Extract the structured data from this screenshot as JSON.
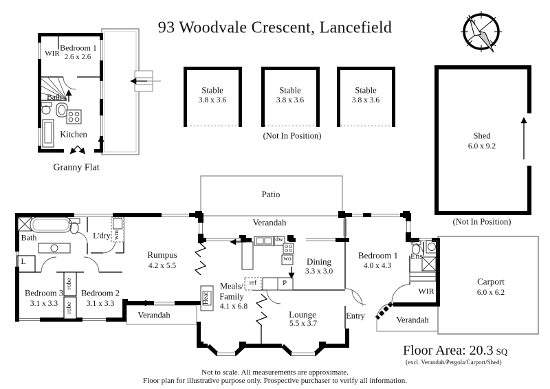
{
  "title": "93 Woodvale Crescent, Lancefield",
  "granny_flat": {
    "caption": "Granny Flat",
    "wir": "WIR",
    "bedroom": "Bedroom 1",
    "bedroom_dims": "2.6 x 2.6",
    "bath": "Bath",
    "kitchen": "Kitchen"
  },
  "stables": {
    "name": "Stable",
    "dims": "3.8 x 3.6",
    "note": "(Not In Position)"
  },
  "shed": {
    "name": "Shed",
    "dims": "6.0 x 9.2",
    "note": "(Not In Position)"
  },
  "compass": {
    "north": "N"
  },
  "outdoor": {
    "patio": "Patio",
    "verandah": "Verandah",
    "carport": "Carport",
    "carport_dims": "6.0 x 6.2"
  },
  "house": {
    "bath": "Bath",
    "laundry": "L'dry",
    "wm": "wm",
    "linen": "L",
    "bedroom3": "Bedroom 3",
    "bedroom3_dims": "3.1 x 3.3",
    "bedroom2": "Bedroom 2",
    "bedroom2_dims": "3.1 x 3.3",
    "robe": "robe",
    "rumpus": "Rumpus",
    "rumpus_dims": "4.2 x 5.5",
    "heat": "Heat",
    "meals_line1": "Meals/",
    "meals_line2": "Family",
    "meals_dims": "4.1 x 6.8",
    "ref": "ref",
    "pantry": "P",
    "dw": "dw",
    "wo": "wo",
    "dining": "Dining",
    "dining_dims": "3.3 x 3.0",
    "lounge": "Lounge",
    "lounge_dims": "5.5 x 3.7",
    "entry": "Entry",
    "bedroom1": "Bedroom 1",
    "bedroom1_dims": "4.0 x 4.3",
    "ens": "Ens",
    "wir": "WIR"
  },
  "floor_area": {
    "label": "Floor Area: 20.3",
    "unit": "SQ",
    "exclusions": "(excl. Verandah/Pergola/Carport/Shed)"
  },
  "footer": {
    "line1": "Not to scale. All measurements are approximate.",
    "line2": "Floor plan for illustrative purpose only. Prospective purchaser to verify all information."
  }
}
